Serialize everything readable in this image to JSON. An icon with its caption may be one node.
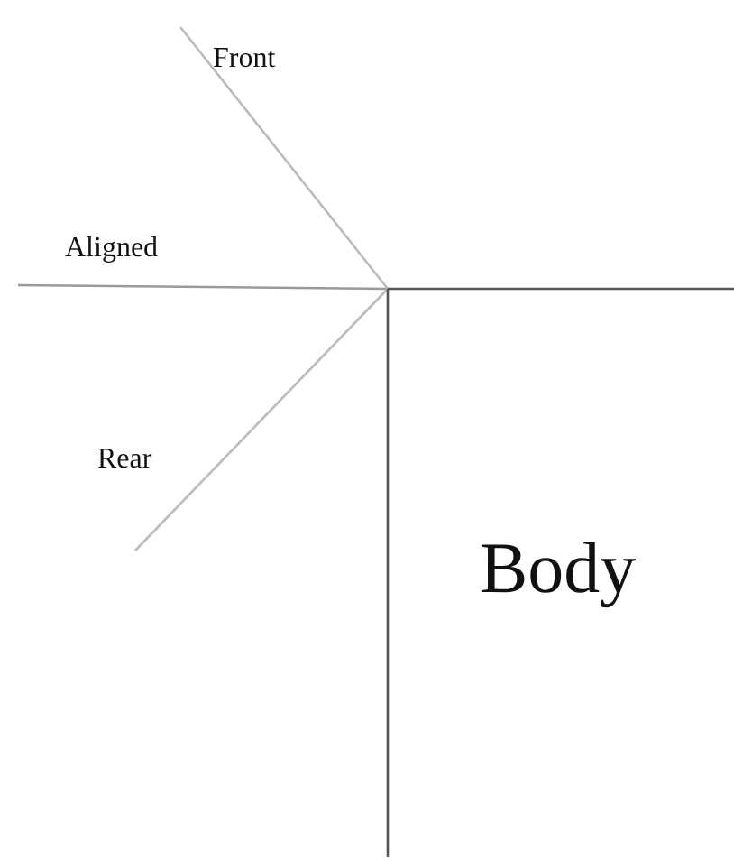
{
  "diagram": {
    "labels": [
      "Front",
      "Aligned",
      "Rear",
      "Body"
    ]
  }
}
